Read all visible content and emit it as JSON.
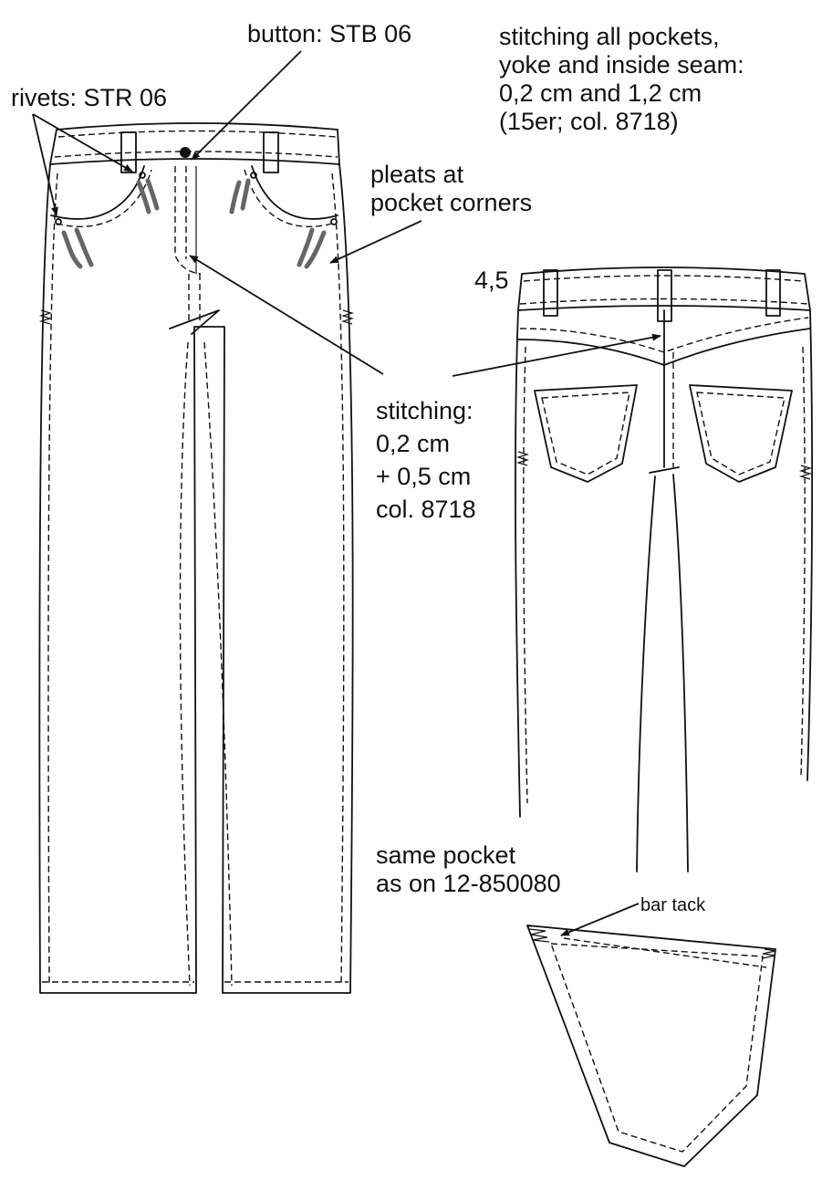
{
  "labels": {
    "button": "button: STB 06",
    "rivets": "rivets: STR 06",
    "stitching_pockets": [
      "stitching all pockets,",
      "yoke and inside seam:",
      "0,2 cm and 1,2 cm",
      "(15er; col. 8718)"
    ],
    "pleats": [
      "pleats at",
      "pocket corners"
    ],
    "yoke_depth": "4,5",
    "stitching_fly": [
      "stitching:",
      "0,2 cm",
      "+ 0,5 cm",
      "col. 8718"
    ],
    "same_pocket": [
      "same pocket",
      "as on 12-850080"
    ],
    "bar_tack": "bar tack"
  },
  "colors": {
    "line": "#111111",
    "pleat": "#666666"
  }
}
